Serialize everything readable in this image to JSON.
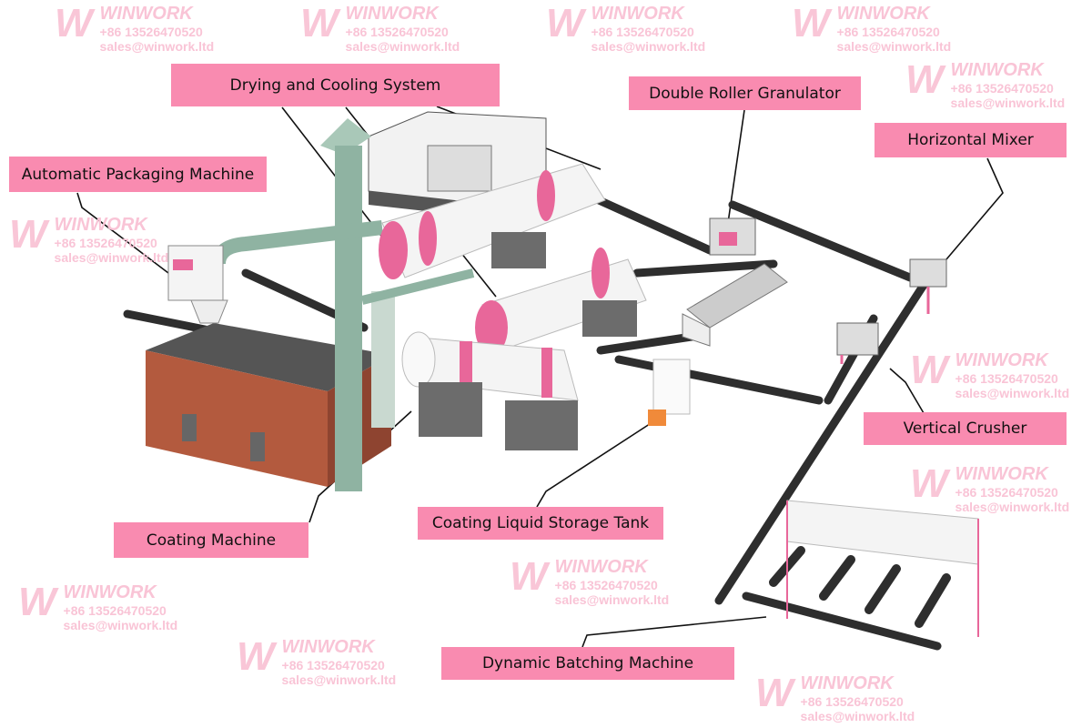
{
  "labels": {
    "drying_cooling": "Drying and Cooling System",
    "double_roller": "Double Roller Granulator",
    "horizontal_mixer": "Horizontal Mixer",
    "packaging": "Automatic Packaging Machine",
    "vertical_crusher": "Vertical Crusher",
    "coating_machine": "Coating Machine",
    "coating_tank": "Coating Liquid Storage Tank",
    "batching": "Dynamic Batching Machine"
  },
  "watermark": {
    "brand": "WINWORK",
    "phone": "+86 13526470520",
    "email": "sales@winwork.ltd"
  },
  "colors": {
    "label_bg": "#f98bb0",
    "machine_pink": "#e8679a",
    "tower_green": "#8fb3a2",
    "conveyor": "#2e2e2e",
    "brick": "#b35a3e"
  }
}
